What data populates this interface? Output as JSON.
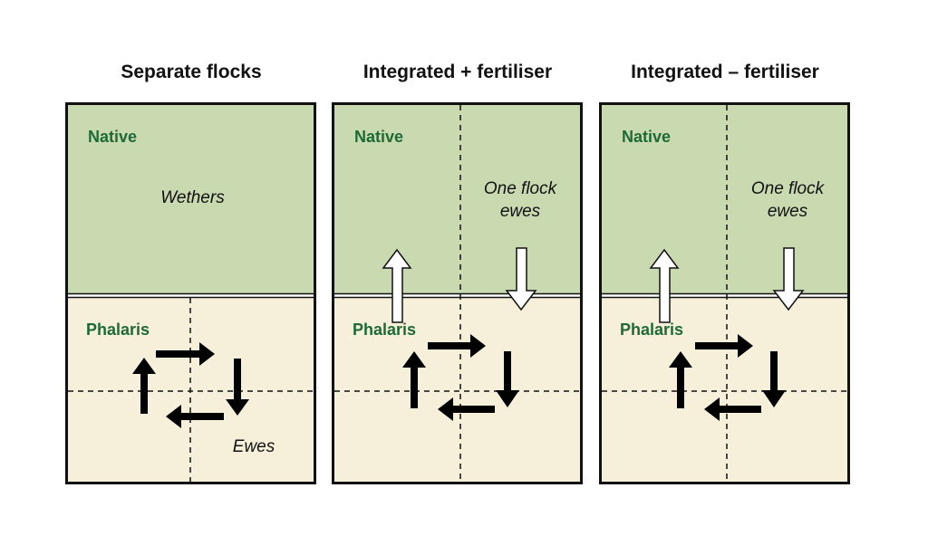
{
  "panels": [
    {
      "title": "Separate flocks",
      "upper_paddock": "Native",
      "lower_paddock": "Phalaris",
      "upper_animals": "Wethers",
      "lower_animals": "Ewes",
      "upper_split": false,
      "transfer_arrows": false
    },
    {
      "title": "Integrated + fertiliser",
      "upper_paddock": "Native",
      "lower_paddock": "Phalaris",
      "upper_animals_line1": "One flock",
      "upper_animals_line2": "ewes",
      "upper_split": true,
      "transfer_arrows": true
    },
    {
      "title": "Integrated – fertiliser",
      "upper_paddock": "Native",
      "lower_paddock": "Phalaris",
      "upper_animals_line1": "One flock",
      "upper_animals_line2": "ewes",
      "upper_split": true,
      "transfer_arrows": true
    }
  ],
  "colors": {
    "native_fill": "#c9d9b0",
    "phalaris_fill": "#f6f0da",
    "label_green": "#1e6a35",
    "border": "#111111"
  },
  "rotation": "clockwise"
}
